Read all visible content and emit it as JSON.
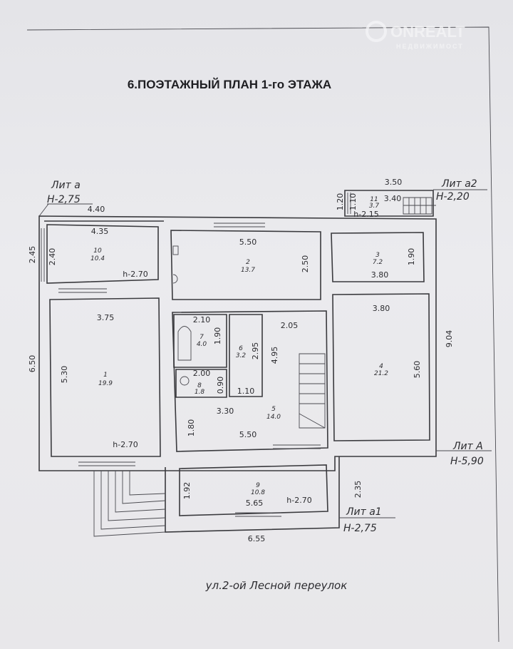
{
  "title": "6.ПОЭТАЖНЫЙ ПЛАН 1-го ЭТАЖА",
  "watermark": {
    "brand": "ONREALT",
    "sub": "НЕДВИЖИМОСТ"
  },
  "street": "ул.2-ой Лесной переулок",
  "letters": {
    "lit_a": {
      "name": "Лит а",
      "height": "H-2,75"
    },
    "lit_a2": {
      "name": "Лит а2",
      "height": "H-2,20"
    },
    "lit_A": {
      "name": "Лит А",
      "height": "H-5,90"
    },
    "lit_a1": {
      "name": "Лит а1",
      "height": "H-2,75"
    }
  },
  "rooms": [
    {
      "number": "1",
      "area": "19.9",
      "dims": [
        "3.75",
        "5.30"
      ],
      "height": "h-2.70"
    },
    {
      "number": "2",
      "area": "13.7",
      "dims": [
        "5.50",
        "2.50"
      ]
    },
    {
      "number": "3",
      "area": "7.2",
      "dims": [
        "3.80",
        "1.90"
      ]
    },
    {
      "number": "4",
      "area": "21.2",
      "dims": [
        "3.80",
        "5.60"
      ]
    },
    {
      "number": "5",
      "area": "14.0",
      "dims": [
        "3.30",
        "5.50",
        "2.05",
        "4.95",
        "1.80"
      ]
    },
    {
      "number": "6",
      "area": "3.2",
      "dims": [
        "1.10",
        "2.95"
      ]
    },
    {
      "number": "7",
      "area": "4.0",
      "dims": [
        "2.10",
        "1.90"
      ]
    },
    {
      "number": "8",
      "area": "1.8",
      "dims": [
        "2.00",
        "0.90"
      ]
    },
    {
      "number": "9",
      "area": "10.8",
      "dims": [
        "5.65",
        "1.92"
      ],
      "height": "h-2.70"
    },
    {
      "number": "10",
      "area": "10.4",
      "dims": [
        "4.35",
        "2.40"
      ],
      "height": "h-2.70"
    },
    {
      "number": "11",
      "area": "3.7",
      "dims": [
        "3.40",
        "1.10"
      ],
      "height": "h-2.15"
    }
  ],
  "outer_dims": {
    "lit_a_width": "4.40",
    "lit_a_depth": "2.45",
    "left_depth": "6.50",
    "lit_a2_width": "3.50",
    "lit_a2_depth": "1.20",
    "right_depth": "9.04",
    "lit_a1_width": "6.55",
    "lit_a1_depth": "2.35"
  }
}
